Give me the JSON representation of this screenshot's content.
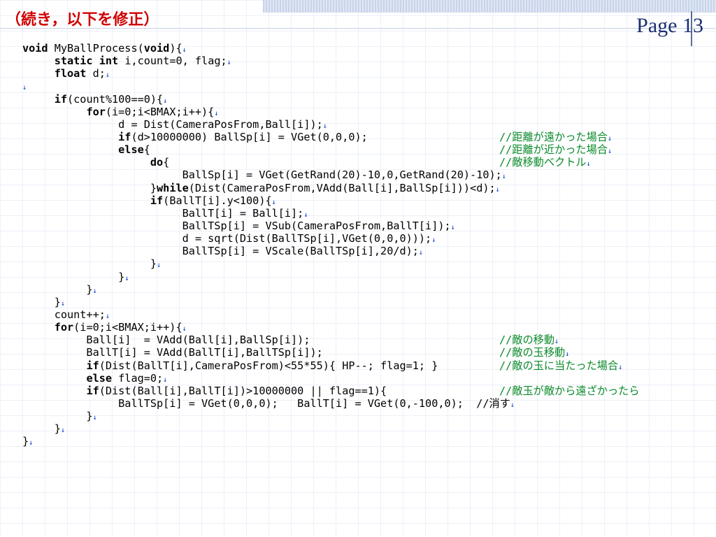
{
  "header": {
    "subtitle": "（続き，以下を修正）",
    "page_label": "Page 13"
  },
  "code": {
    "lines": [
      {
        "text": "void MyBallProcess(void){",
        "comment": ""
      },
      {
        "text": "     static int i,count=0, flag;",
        "comment": ""
      },
      {
        "text": "     float d;",
        "comment": ""
      },
      {
        "text": "",
        "comment": ""
      },
      {
        "text": "     if(count%100==0){",
        "comment": ""
      },
      {
        "text": "          for(i=0;i<BMAX;i++){",
        "comment": ""
      },
      {
        "text": "               d = Dist(CameraPosFrom,Ball[i]);",
        "comment": ""
      },
      {
        "text": "               if(d>10000000) BallSp[i] = VGet(0,0,0);",
        "comment": "//距離が遠かった場合"
      },
      {
        "text": "               else{",
        "comment": "//距離が近かった場合"
      },
      {
        "text": "                    do{",
        "comment": "//敵移動ベクトル"
      },
      {
        "text": "                         BallSp[i] = VGet(GetRand(20)-10,0,GetRand(20)-10);",
        "comment": ""
      },
      {
        "text": "                    }while(Dist(CameraPosFrom,VAdd(Ball[i],BallSp[i]))<d);",
        "comment": ""
      },
      {
        "text": "                    if(BallT[i].y<100){",
        "comment": ""
      },
      {
        "text": "                         BallT[i] = Ball[i];",
        "comment": ""
      },
      {
        "text": "                         BallTSp[i] = VSub(CameraPosFrom,BallT[i]);",
        "comment": ""
      },
      {
        "text": "                         d = sqrt(Dist(BallTSp[i],VGet(0,0,0)));",
        "comment": ""
      },
      {
        "text": "                         BallTSp[i] = VScale(BallTSp[i],20/d);",
        "comment": ""
      },
      {
        "text": "                    }",
        "comment": ""
      },
      {
        "text": "               }",
        "comment": ""
      },
      {
        "text": "          }",
        "comment": ""
      },
      {
        "text": "     }",
        "comment": ""
      },
      {
        "text": "     count++;",
        "comment": ""
      },
      {
        "text": "     for(i=0;i<BMAX;i++){",
        "comment": ""
      },
      {
        "text": "          Ball[i]  = VAdd(Ball[i],BallSp[i]);",
        "comment": "//敵の移動"
      },
      {
        "text": "          BallT[i] = VAdd(BallT[i],BallTSp[i]);",
        "comment": "//敵の玉移動"
      },
      {
        "text": "          if(Dist(BallT[i],CameraPosFrom)<55*55){ HP--; flag=1; }",
        "comment": "//敵の玉に当たった場合"
      },
      {
        "text": "          else flag=0;",
        "comment": ""
      },
      {
        "text": "          if(Dist(Ball[i],BallT[i])>10000000 || flag==1){",
        "comment": "//敵玉が敵から遠ざかったら"
      },
      {
        "text": "               BallTSp[i] = VGet(0,0,0);   BallT[i] = VGet(0,-100,0);  //消す",
        "comment": ""
      },
      {
        "text": "          }",
        "comment": ""
      },
      {
        "text": "     }",
        "comment": ""
      },
      {
        "text": "}",
        "comment": ""
      }
    ],
    "line_end_mark": "↓",
    "keywords": [
      "void",
      "static",
      "int",
      "float",
      "if",
      "for",
      "else",
      "do",
      "while"
    ],
    "colors": {
      "comment": "#0b8a2a",
      "subtitle": "#d00000",
      "page_label": "#1a2f73",
      "arrow": "#0033cc"
    }
  }
}
